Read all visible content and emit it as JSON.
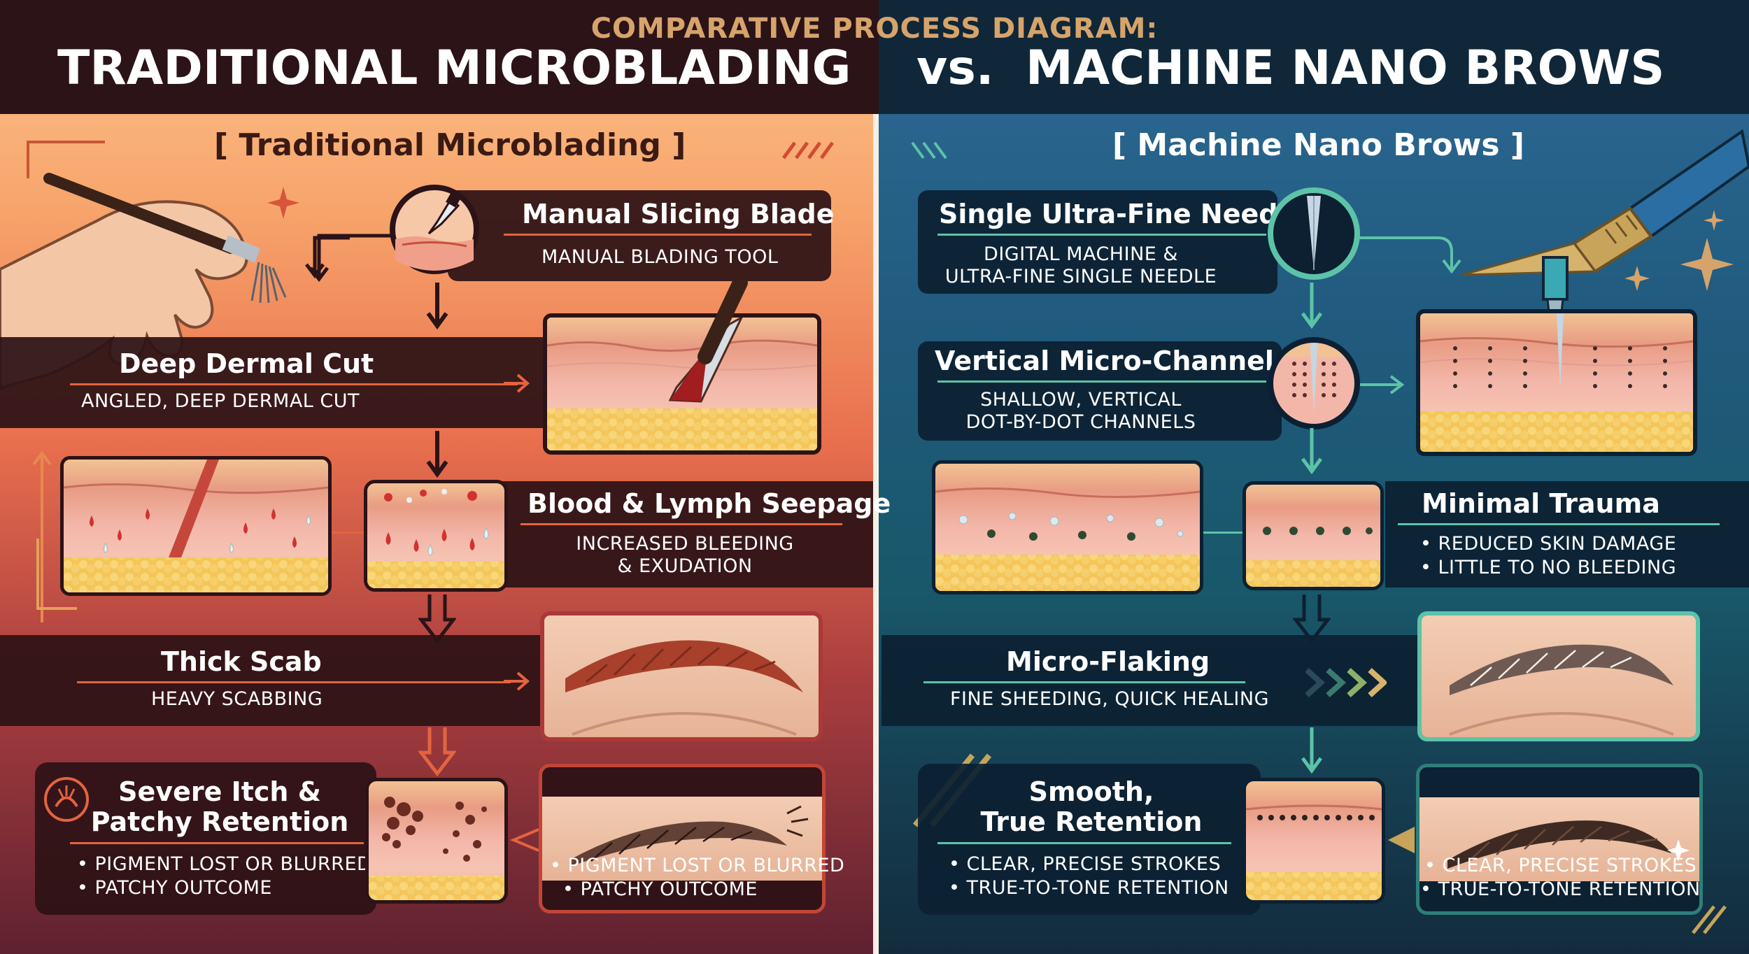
{
  "header": {
    "supertitle": "COMPARATIVE PROCESS DIAGRAM:",
    "title_left": "TRADITIONAL MICROBLADING",
    "vs": "vs.",
    "title_right": "MACHINE NANO BROWS"
  },
  "colors": {
    "left_accent": "#e3643f",
    "right_accent": "#5dc3a8",
    "gold": "#d6a46b",
    "dark_band_left": "#2d1216",
    "dark_band_right": "#0c2032"
  },
  "left": {
    "section_title": "[ Traditional Microblading ]",
    "step1": {
      "title": "Manual Slicing Blade",
      "desc": "MANUAL BLADING TOOL"
    },
    "step2": {
      "title": "Deep Dermal Cut",
      "desc": "ANGLED, DEEP DERMAL CUT"
    },
    "step3": {
      "title": "Blood & Lymph Seepage",
      "desc_line1": "INCREASED BLEEDING",
      "desc_line2": "& EXUDATION"
    },
    "step4": {
      "title": "Thick Scab",
      "desc": "HEAVY SCABBING"
    },
    "step5": {
      "title_line1": "Severe Itch &",
      "title_line2": "Patchy Retention",
      "bullet1": "• PIGMENT LOST OR BLURRED",
      "bullet2": "• PATCHY OUTCOME",
      "result_bullet1": "• PIGMENT LOST OR BLURRED",
      "result_bullet2": "• PATCHY OUTCOME"
    }
  },
  "right": {
    "section_title": "[ Machine Nano Brows ]",
    "step1": {
      "title": "Single Ultra-Fine Needle",
      "desc_line1": "DIGITAL MACHINE &",
      "desc_line2": "ULTRA-FINE SINGLE NEEDLE"
    },
    "step2": {
      "title": "Vertical Micro-Channels",
      "desc_line1": "SHALLOW, VERTICAL",
      "desc_line2": "DOT-BY-DOT CHANNELS"
    },
    "step3": {
      "title": "Minimal Trauma",
      "bullet1": "• REDUCED SKIN DAMAGE",
      "bullet2": "• LITTLE TO NO BLEEDING"
    },
    "step4": {
      "title": "Micro-Flaking",
      "desc": "FINE SHEEDING, QUICK HEALING"
    },
    "step5": {
      "title_line1": "Smooth,",
      "title_line2": "True Retention",
      "bullet1": "• CLEAR, PRECISE STROKES",
      "bullet2": "• TRUE-TO-TONE RETENTION",
      "result_bullet1": "• CLEAR, PRECISE STROKES",
      "result_bullet2": "• TRUE-TO-TONE RETENTION"
    }
  },
  "icons": [
    "hand-holding-blade-icon",
    "blade-circle-icon",
    "skin-cut-illustration",
    "blood-seepage-skin-icon",
    "scabbed-eyebrow-icon",
    "itch-icon",
    "patchy-pigment-skin-icon",
    "blurred-eyebrow-icon",
    "nano-pen-icon",
    "needle-circle-icon",
    "micro-channel-circle-icon",
    "dotted-skin-illustration",
    "minimal-trauma-skin-icon",
    "flaking-eyebrow-icon",
    "smooth-retention-skin-icon",
    "crisp-eyebrow-icon",
    "sparkle-icon",
    "chevron-arrows-icon"
  ]
}
